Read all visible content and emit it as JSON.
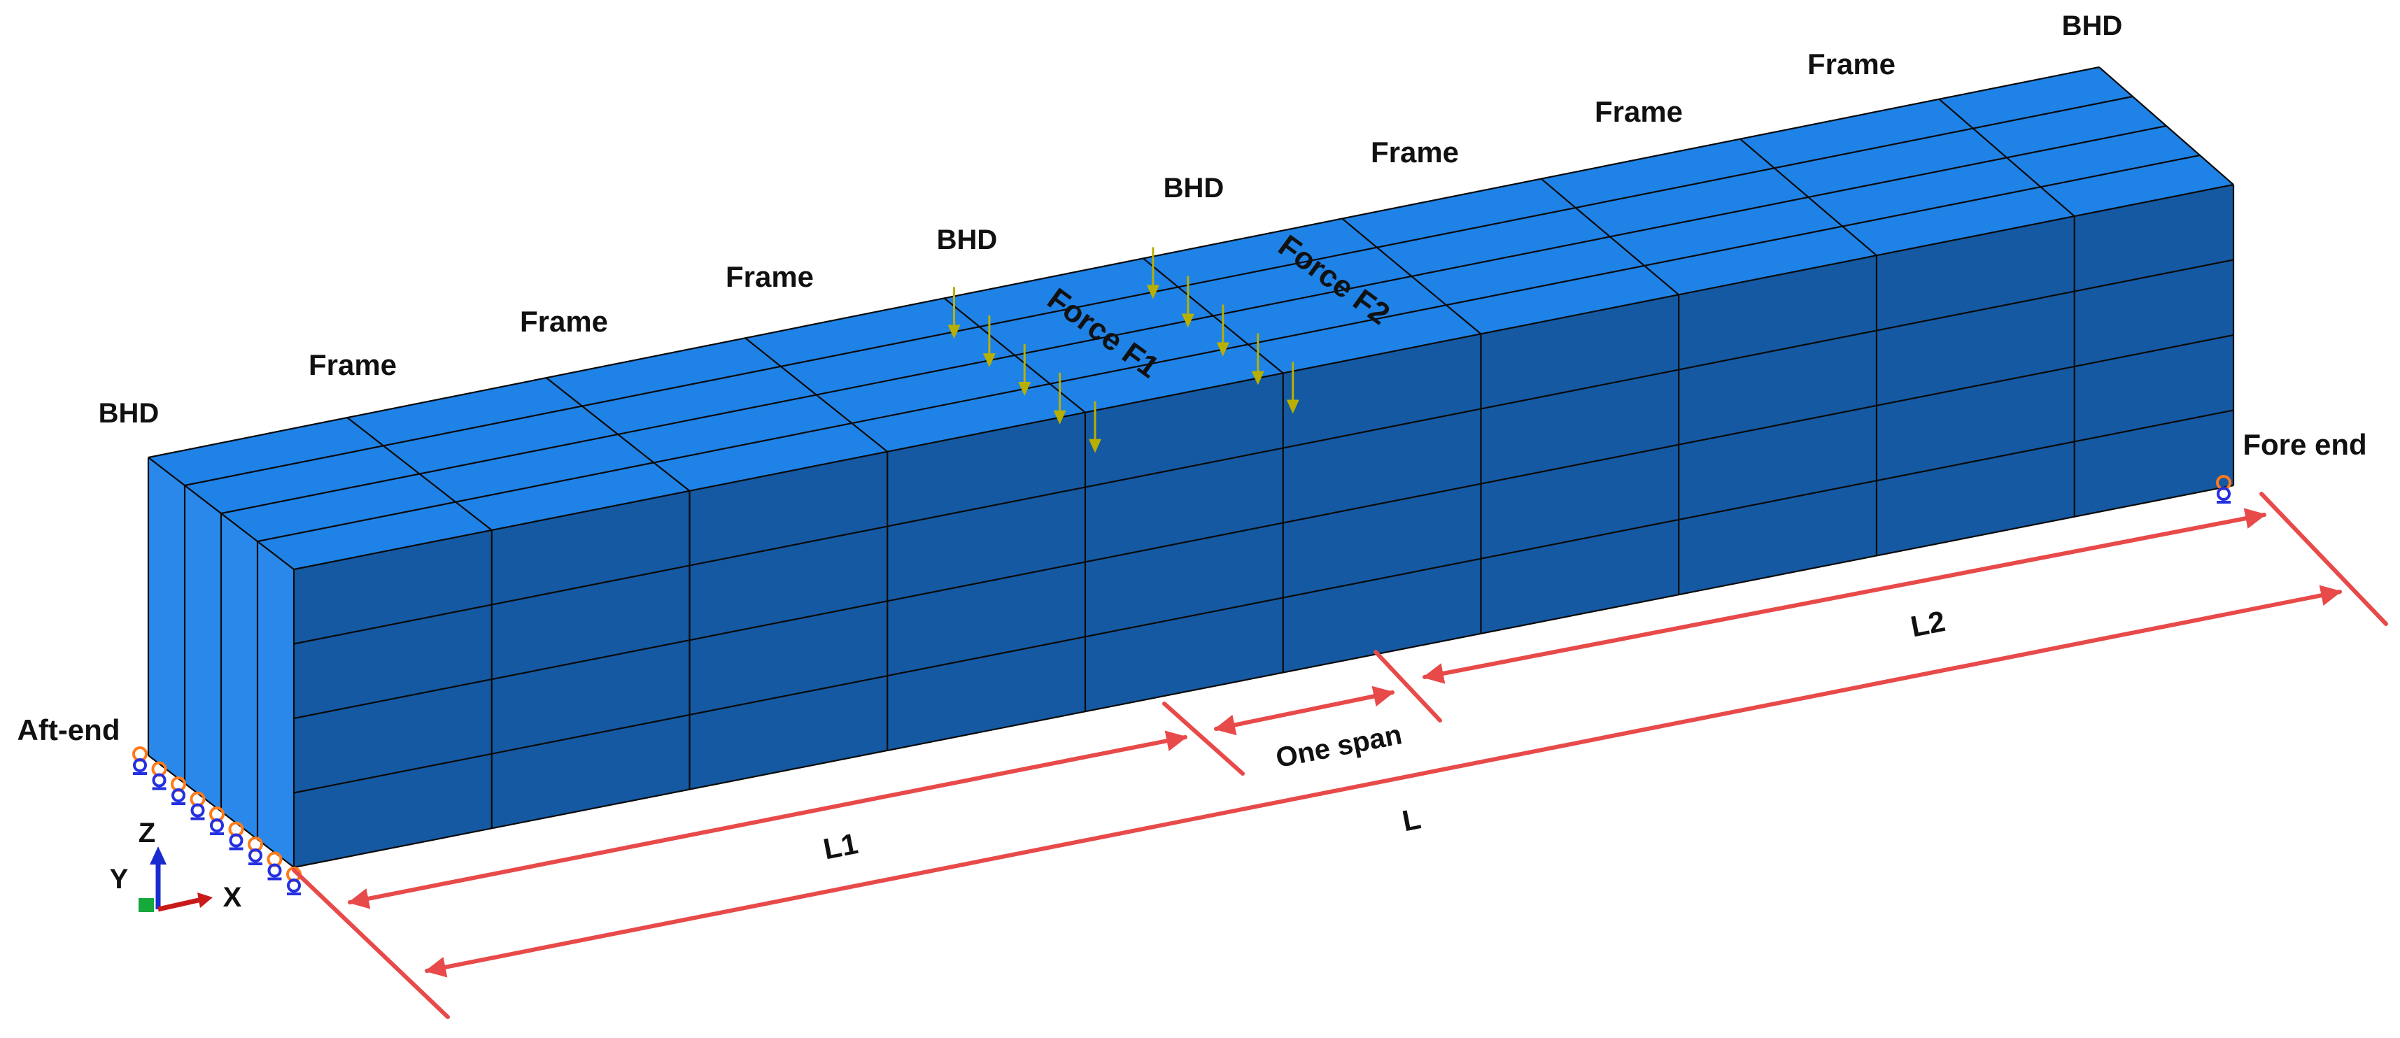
{
  "labels": {
    "bhd_aft": "BHD",
    "frame_1": "Frame",
    "frame_2": "Frame",
    "frame_3": "Frame",
    "bhd_mid_1": "BHD",
    "bhd_mid_2": "BHD",
    "frame_4": "Frame",
    "frame_5": "Frame",
    "frame_6": "Frame",
    "bhd_fore": "BHD",
    "force_f1": "Force F1",
    "force_f2": "Force F2",
    "aft_end": "Aft-end",
    "fore_end": "Fore end",
    "l1": "L1",
    "one_span": "One span",
    "l2": "L2",
    "l": "L"
  },
  "axes": {
    "z": "Z",
    "y": "Y",
    "x": "X"
  },
  "colors": {
    "top_face": "#1f82e6",
    "front_face": "#1559a2",
    "end_face": "#2a88ea",
    "mesh": "#0a0a0a",
    "force_arrow": "#b8b000",
    "dimension": "#e84a4a",
    "bc_blue": "#2430e0",
    "bc_orange": "#ff7a1a"
  }
}
